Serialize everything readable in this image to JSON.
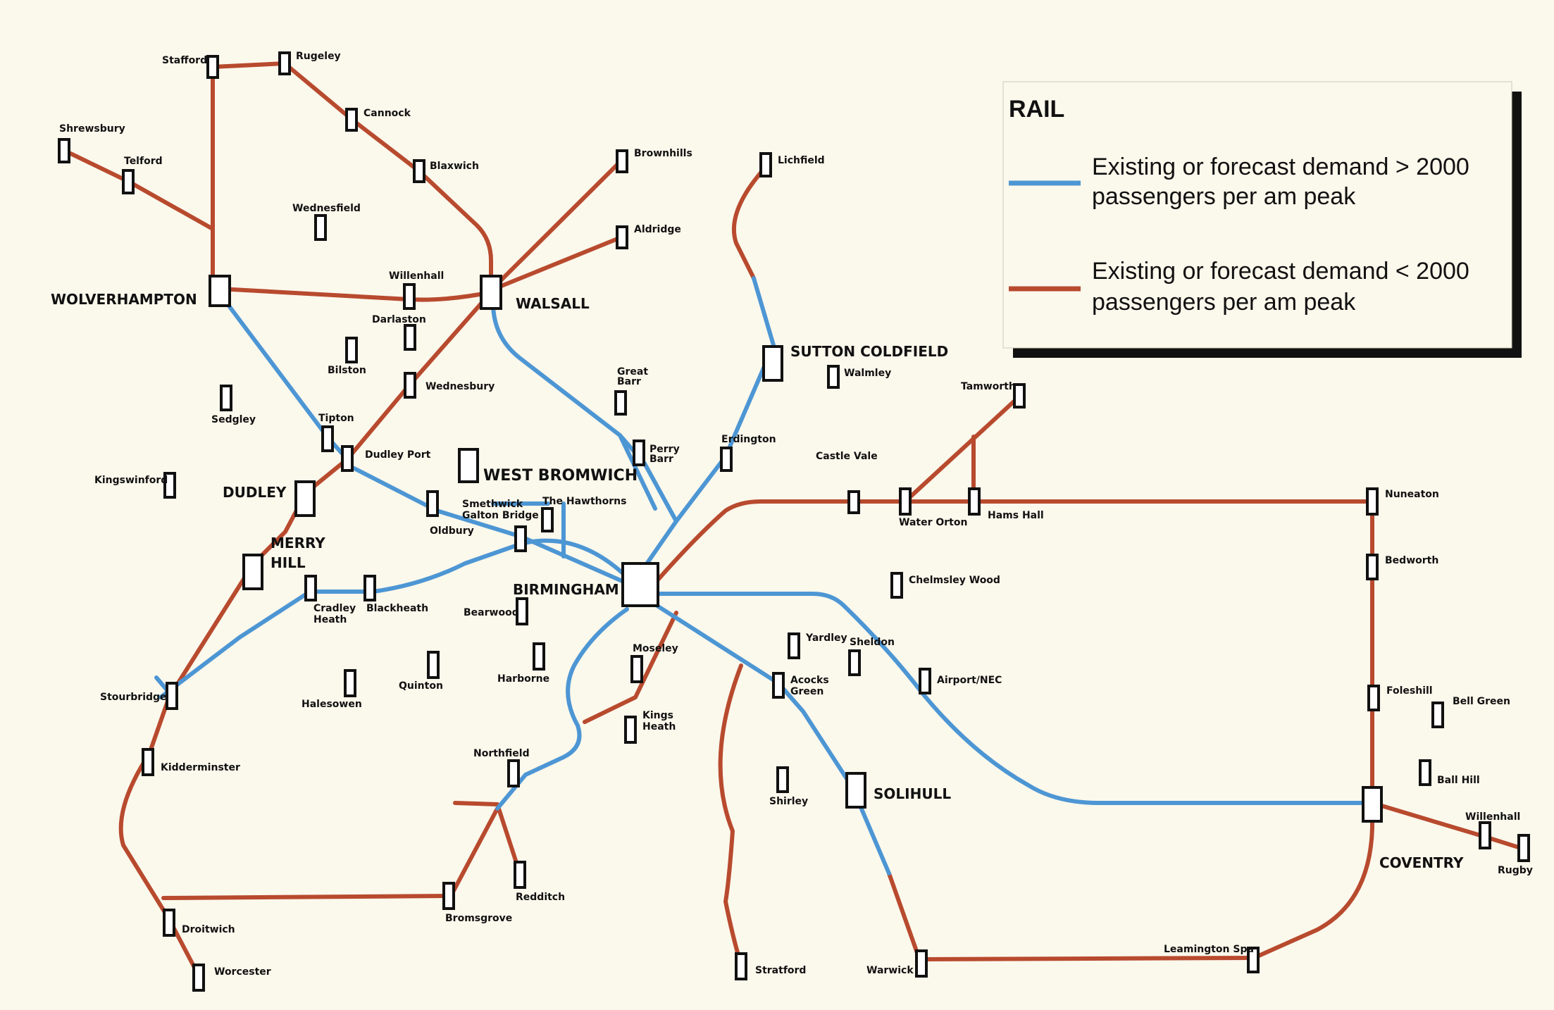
{
  "legend": {
    "title": "RAIL",
    "blue_line1": "Existing or forecast demand > 2000",
    "blue_line2": "passengers per am peak",
    "red_line1": "Existing or forecast demand < 2000",
    "red_line2": "passengers per am peak"
  },
  "colors": {
    "high_demand": "#4d96d4",
    "low_demand": "#b84a2e",
    "background": "#fbf8ec",
    "station_outline": "#111111"
  },
  "stations": {
    "stafford": "Stafford",
    "rugeley": "Rugeley",
    "cannock": "Cannock",
    "blaxwich": "Blaxwich",
    "shrewsbury": "Shrewsbury",
    "telford": "Telford",
    "wednesfield": "Wednesfield",
    "brownhills": "Brownhills",
    "aldridge": "Aldridge",
    "lichfield": "Lichfield",
    "wolverhampton": "WOLVERHAMPTON",
    "willenhall": "Willenhall",
    "walsall": "WALSALL",
    "darlaston": "Darlaston",
    "bilston": "Bilston",
    "wednesbury": "Wednesbury",
    "sutton_coldfield": "SUTTON COLDFIELD",
    "walmley": "Walmley",
    "great_barr_1": "Great",
    "great_barr_2": "Barr",
    "sedgley": "Sedgley",
    "tipton": "Tipton",
    "dudley_port": "Dudley Port",
    "perry_barr_1": "Perry",
    "perry_barr_2": "Barr",
    "erdington": "Erdington",
    "castle_vale": "Castle Vale",
    "tamworth": "Tamworth",
    "kingswinford": "Kingswinford",
    "dudley": "DUDLEY",
    "west_bromwich": "WEST BROMWICH",
    "smethwick_1": "Smethwick",
    "smethwick_2": "Galton Bridge",
    "the_hawthorns": "The Hawthorns",
    "oldbury": "Oldbury",
    "water_orton": "Water Orton",
    "hams_hall": "Hams Hall",
    "nuneaton": "Nuneaton",
    "merry_hill_1": "MERRY",
    "merry_hill_2": "HILL",
    "cradley_heath_1": "Cradley",
    "cradley_heath_2": "Heath",
    "blackheath": "Blackheath",
    "birmingham": "BIRMINGHAM",
    "bearwood": "Bearwood",
    "chelmsley_wood": "Chelmsley Wood",
    "bedworth": "Bedworth",
    "yardley": "Yardley",
    "sheldon": "Sheldon",
    "moseley": "Moseley",
    "stourbridge": "Stourbridge",
    "halesowen": "Halesowen",
    "quinton": "Quinton",
    "harborne": "Harborne",
    "acocks_green_1": "Acocks",
    "acocks_green_2": "Green",
    "airport_nec": "Airport/NEC",
    "foleshill": "Foleshill",
    "bell_green": "Bell Green",
    "kings_heath_1": "Kings",
    "kings_heath_2": "Heath",
    "kidderminster": "Kidderminster",
    "northfield": "Northfield",
    "ball_hill": "Ball Hill",
    "shirley": "Shirley",
    "solihull": "SOLIHULL",
    "willenhall_east": "Willenhall",
    "coventry": "COVENTRY",
    "rugby": "Rugby",
    "redditch": "Redditch",
    "droitwich": "Droitwich",
    "bromsgrove": "Bromsgrove",
    "leamington_spa": "Leamington Spa",
    "worcester": "Worcester",
    "stratford": "Stratford",
    "warwick": "Warwick"
  }
}
